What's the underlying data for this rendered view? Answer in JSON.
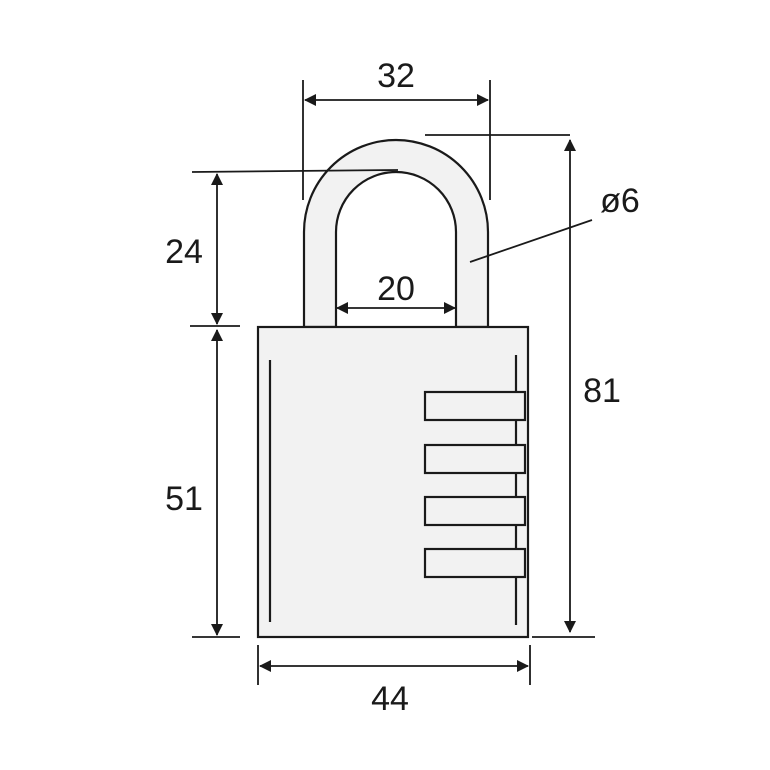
{
  "dimensions": {
    "shackle_outer_width": "32",
    "shackle_inner_width": "20",
    "shackle_clearance": "24",
    "shackle_diameter": "ø6",
    "body_height": "51",
    "total_height": "81",
    "body_width": "44"
  },
  "colors": {
    "line": "#1a1a1a",
    "body_fill": "#f2f2f2"
  }
}
